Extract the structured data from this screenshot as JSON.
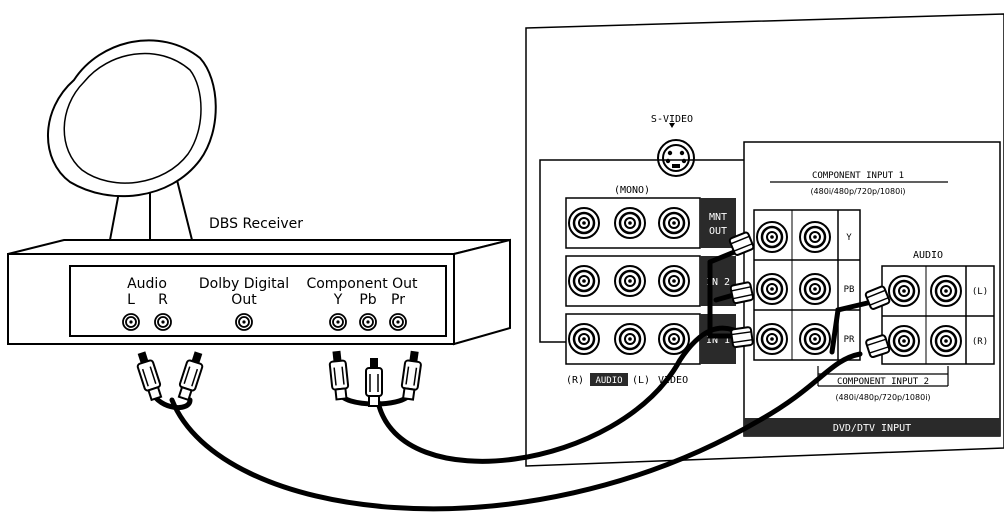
{
  "receiver": {
    "name": "DBS Receiver",
    "audio_title": "Audio",
    "audio_l": "L",
    "audio_r": "R",
    "dolby_line1": "Dolby Digital",
    "dolby_line2": "Out",
    "component_title": "Component Out",
    "comp_y": "Y",
    "comp_pb": "Pb",
    "comp_pr": "Pr"
  },
  "tv": {
    "svideo": "S-VIDEO",
    "mono": "(MONO)",
    "mnt_out_1": "MNT",
    "mnt_out_2": "OUT",
    "in2": "IN 2",
    "in1": "IN 1",
    "audio_r": "(R)",
    "audio_word": "AUDIO",
    "audio_l": "(L)",
    "video": "VIDEO",
    "comp_in1_title": "COMPONENT INPUT 1",
    "comp_in1_formats": "(480i/480p/720p/1080i)",
    "comp_in2_title": "COMPONENT INPUT 2",
    "comp_in2_formats": "(480i/480p/720p/1080i)",
    "y_label": "Y",
    "pb_label": "PB",
    "pr_label": "PR",
    "audio_panel": "AUDIO",
    "audio_panel_l": "(L)",
    "audio_panel_r": "(R)",
    "footer": "DVD/DTV INPUT"
  }
}
